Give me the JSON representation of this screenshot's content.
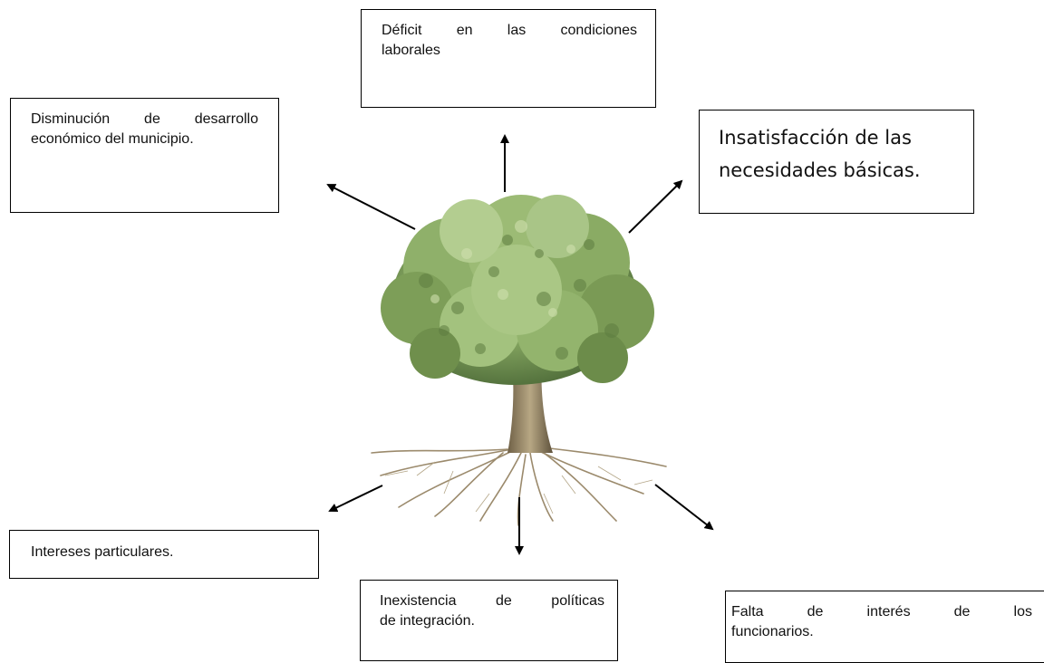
{
  "effects": {
    "top_center": [
      "Déficit en las condiciones",
      "laborales"
    ],
    "top_left": [
      "Disminución de desarrollo",
      "económico del municipio."
    ],
    "top_right": [
      "Insatisfacción de las",
      "necesidades básicas."
    ]
  },
  "causes": {
    "bottom_left": [
      "Intereses particulares."
    ],
    "bottom_center": [
      "Inexistencia de políticas",
      "de integración."
    ],
    "bottom_right": [
      "Falta de interés de los",
      "funcionarios."
    ]
  },
  "colors": {
    "border": "#000000",
    "arrow": "#000000",
    "foliage": "#7fa35a",
    "trunk": "#8a7a5c",
    "roots": "#9b8a6c"
  }
}
